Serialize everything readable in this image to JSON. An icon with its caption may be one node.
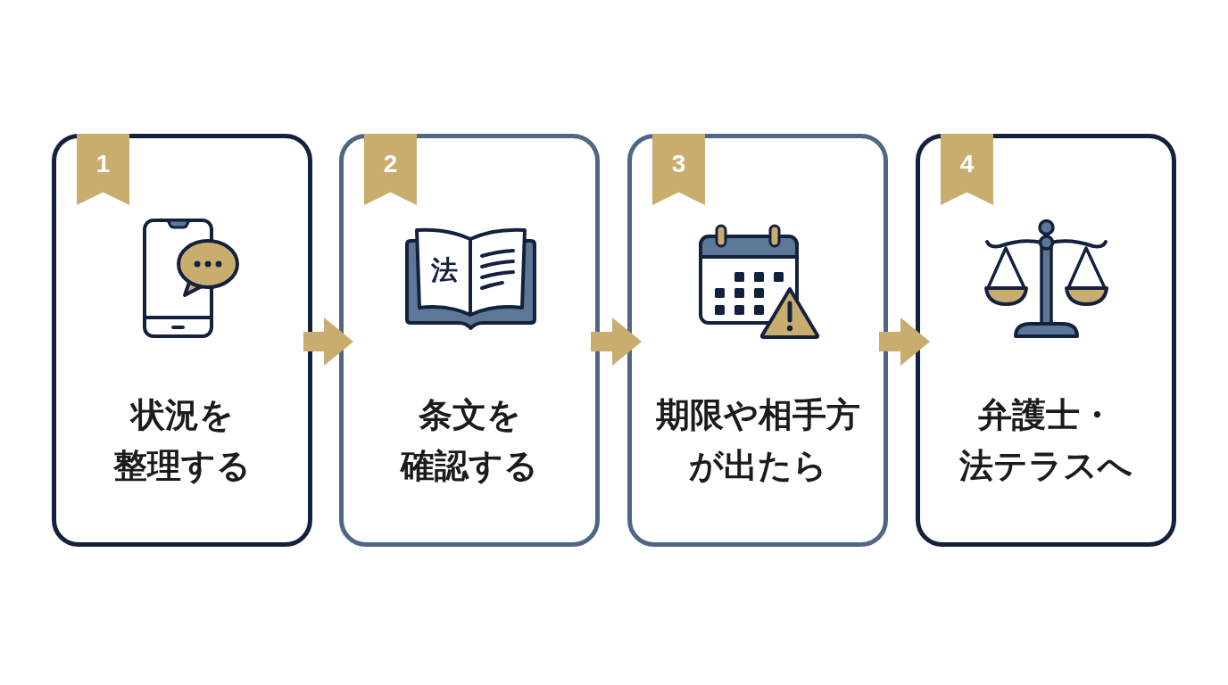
{
  "diagram": {
    "nodes": [
      {
        "text": [
          "状況を整理する"
        ]
      },
      {
        "text": [
          "1"
        ],
        "in": 0
      },
      {
        "text": [
          "条文を確認する"
        ]
      },
      {
        "text": [
          "2"
        ],
        "in": 2
      },
      {
        "text": [
          "期限や相手方が出たら"
        ]
      },
      {
        "text": [
          "3"
        ],
        "in": 4
      },
      {
        "text": [
          "弁護士・法テラスへ"
        ]
      },
      {
        "text": [
          "4"
        ],
        "in": 6
      }
    ],
    "edges": [
      {
        "from": 0,
        "to": 2,
        "arrow": "to"
      },
      {
        "from": 2,
        "to": 4,
        "arrow": "to"
      },
      {
        "from": 4,
        "to": 6,
        "arrow": "to"
      }
    ],
    "labels": [
      "法"
    ]
  }
}
